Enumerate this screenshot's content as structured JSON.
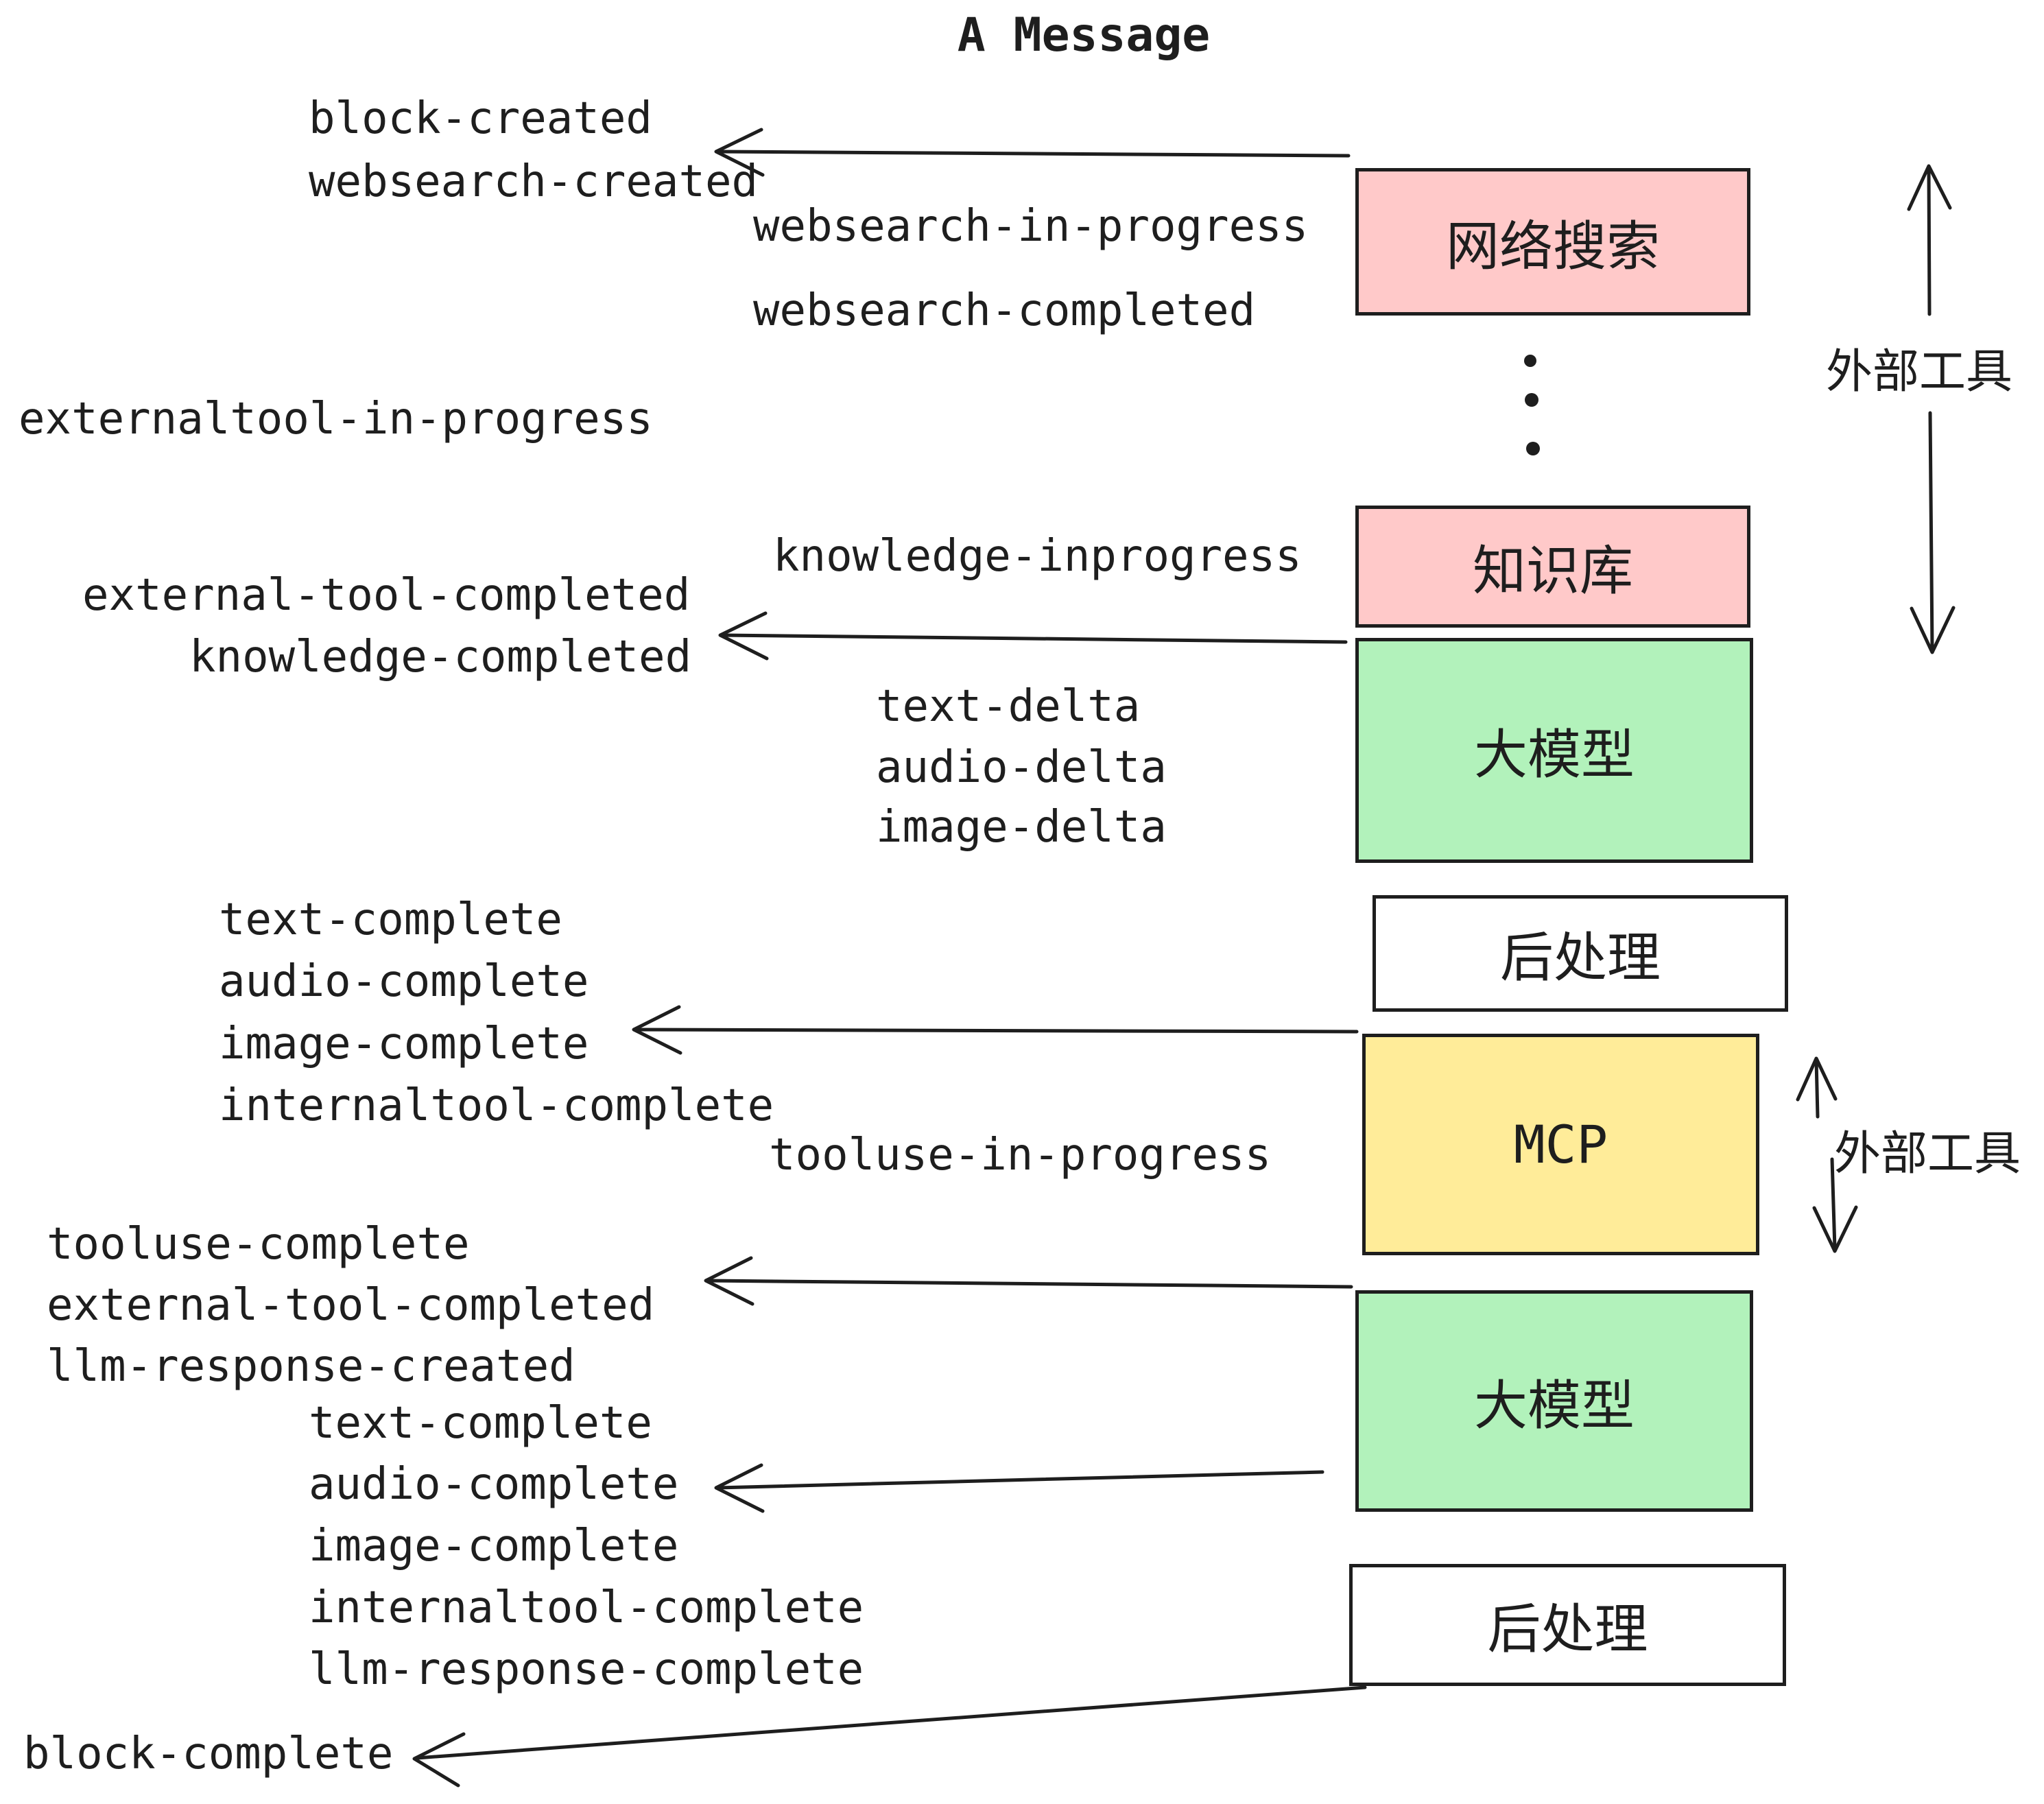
{
  "title": "A Message",
  "colors": {
    "stroke": "#1e1e1e",
    "pink": "#ffc9c9",
    "green": "#b2f2bb",
    "yellow": "#ffec99",
    "white": "#ffffff"
  },
  "events": {
    "block_created": "block-created",
    "websearch_created": "websearch-created",
    "websearch_in_progress": "websearch-in-progress",
    "websearch_completed": "websearch-completed",
    "externaltool_in_progress": "externaltool-in-progress",
    "knowledge_inprogress": "knowledge-inprogress",
    "external_tool_completed_1": "external-tool-completed",
    "knowledge_completed": "knowledge-completed",
    "text_delta_1": "text-delta",
    "audio_delta_1": "audio-delta",
    "image_delta_1": "image-delta",
    "text_complete_1": "text-complete",
    "audio_complete_1": "audio-complete",
    "image_complete_1": "image-complete",
    "internaltool_complete_1": "internaltool-complete",
    "tooluse_in_progress": "tooluse-in-progress",
    "tooluse_complete": "tooluse-complete",
    "external_tool_completed_2": "external-tool-completed",
    "llm_response_created": "llm-response-created",
    "text_complete_2": "text-complete",
    "audio_complete_2": "audio-complete",
    "image_complete_2": "image-complete",
    "internaltool_complete_2": "internaltool-complete",
    "llm_response_complete": "llm-response-complete",
    "block_complete": "block-complete"
  },
  "boxes": {
    "websearch": {
      "label": "网络搜索"
    },
    "knowledge": {
      "label": "知识库"
    },
    "llm_top": {
      "label": "大模型"
    },
    "post_top": {
      "label": "后处理"
    },
    "mcp": {
      "label": "MCP"
    },
    "llm_bottom": {
      "label": "大模型"
    },
    "post_bottom": {
      "label": "后处理"
    }
  },
  "annotations": {
    "external_tools_top": "外部工具",
    "external_tools_bottom": "外部工具"
  }
}
